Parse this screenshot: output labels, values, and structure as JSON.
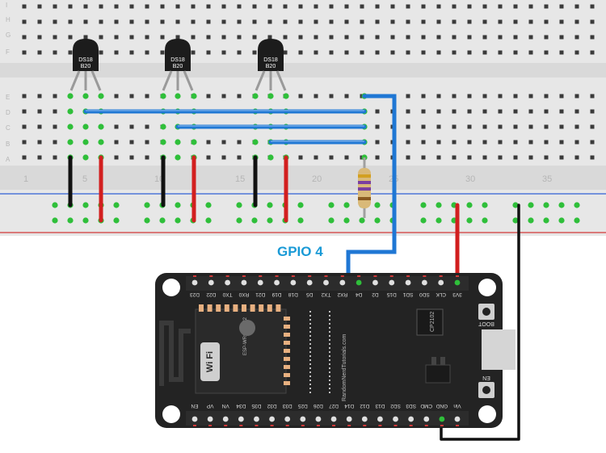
{
  "breadcrumb": {
    "row_letters_top": [
      "F",
      "G",
      "H",
      "I"
    ],
    "row_letters_bottom": [
      "A",
      "B",
      "C",
      "D",
      "E"
    ],
    "column_numbers": [
      "1",
      "5",
      "10",
      "15",
      "20",
      "25",
      "30",
      "35"
    ]
  },
  "sensors": [
    {
      "line1": "DS18",
      "line2": "B20"
    },
    {
      "line1": "DS18",
      "line2": "B20"
    },
    {
      "line1": "DS18",
      "line2": "B20"
    }
  ],
  "label": {
    "gpio": "GPIO 4"
  },
  "board": {
    "top_pins": [
      "D23",
      "D22",
      "TX0",
      "RX0",
      "D21",
      "D19",
      "D18",
      "D5",
      "TX2",
      "RX2",
      "D4",
      "D2",
      "D15",
      "SD1",
      "SD0",
      "CLK",
      "3V3"
    ],
    "bottom_pins": [
      "EN",
      "VP",
      "VN",
      "D34",
      "D35",
      "D32",
      "D33",
      "D25",
      "D26",
      "D27",
      "D14",
      "D12",
      "D13",
      "SD2",
      "SD3",
      "CMD",
      "GND",
      "Vin"
    ],
    "module_text": "ESP-WROOM-32",
    "wifi_text": "Wi Fi",
    "chip_text": "CP2102",
    "site_text": "RandomNerdTutorials.com",
    "boot_label": "BOOT",
    "en_label": "EN"
  },
  "colors": {
    "breadboard": "#e8e8e8",
    "board": "#222222",
    "wire_blue": "#1f77d4",
    "wire_red": "#d21f1f",
    "wire_black": "#111111",
    "hole_green": "#2fbf3a",
    "label_blue": "#1a9ad6"
  }
}
